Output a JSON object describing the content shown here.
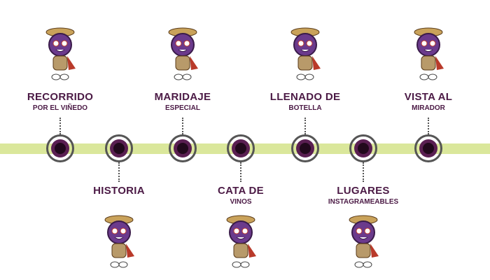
{
  "colors": {
    "band": "#dae79b",
    "node_ring": "#555555",
    "node_fill": "#5a1f52",
    "node_core": "#21091c",
    "text": "#4b1a45",
    "grape": "#6b3a8c"
  },
  "stops": [
    {
      "title": "RECORRIDO",
      "subtitle": "POR EL VIÑEDO",
      "position": "top",
      "icon": "grape-explorer-map-icon"
    },
    {
      "title": "HISTORIA",
      "subtitle": "",
      "position": "bottom",
      "icon": "grape-explorer-easel-icon"
    },
    {
      "title": "MARIDAJE",
      "subtitle": "ESPECIAL",
      "position": "top",
      "icon": "grape-wine-bread-icon"
    },
    {
      "title": "CATA DE",
      "subtitle": "VINOS",
      "position": "bottom",
      "icon": "grape-wine-glass-icon"
    },
    {
      "title": "LLENADO DE",
      "subtitle": "BOTELLA",
      "position": "top",
      "icon": "grape-barrel-tap-icon"
    },
    {
      "title": "LUGARES",
      "subtitle": "INSTAGRAMEABLES",
      "position": "bottom",
      "icon": "grape-selfie-icon"
    },
    {
      "title": "VISTA AL",
      "subtitle": "MIRADOR",
      "position": "top",
      "icon": "grape-on-barrel-icon"
    }
  ]
}
